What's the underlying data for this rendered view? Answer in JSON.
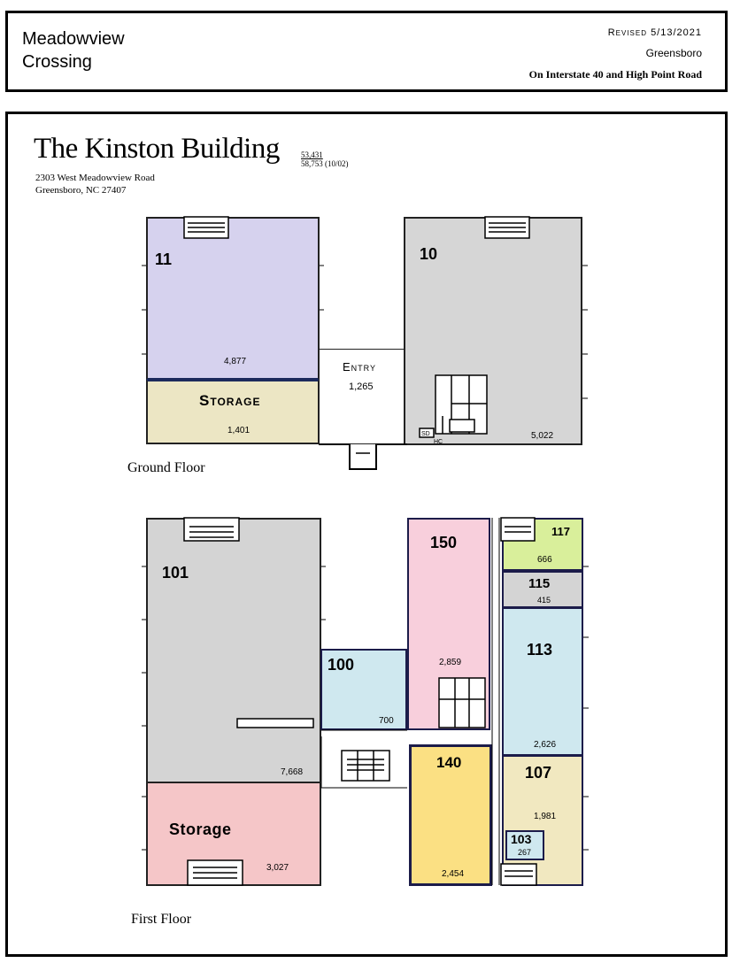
{
  "header": {
    "title_line1": "Meadowview",
    "title_line2": "Crossing",
    "revised": "Revised 5/13/2021",
    "city": "Greensboro",
    "location": "On Interstate 40 and High Point Road"
  },
  "building": {
    "name": "The Kinston Building",
    "sf_1": "53,431",
    "sf_2": "58,753 (10/02)",
    "address_line1": "2303 West Meadowview Road",
    "address_line2": "Greensboro, NC 27407"
  },
  "ground_floor": {
    "label": "Ground Floor",
    "rooms": {
      "r11": {
        "num": "11",
        "sf": "4,877",
        "color": "#d6d2ee"
      },
      "storage": {
        "name": "Storage",
        "sf": "1,401",
        "color": "#ece6c4"
      },
      "entry": {
        "name": "Entry",
        "sf": "1,265"
      },
      "r10": {
        "num": "10",
        "sf": "5,022",
        "color": "#d6d6d6"
      }
    },
    "door_tags": [
      "SD",
      "HC"
    ]
  },
  "first_floor": {
    "label": "First Floor",
    "rooms": {
      "r101": {
        "num": "101",
        "sf": "7,668",
        "color": "#d4d4d4"
      },
      "storage": {
        "name": "Storage",
        "sf": "3,027",
        "color": "#f5c6c8"
      },
      "r100": {
        "num": "100",
        "sf": "700",
        "color": "#cfe8ef"
      },
      "r150": {
        "num": "150",
        "sf": "2,859",
        "color": "#f8cfdc"
      },
      "r140": {
        "num": "140",
        "sf": "2,454",
        "color": "#fbe083"
      },
      "r117": {
        "num": "117",
        "sf": "666",
        "color": "#d9ef9b"
      },
      "r115": {
        "num": "115",
        "sf": "415",
        "color": "#d4d4d4"
      },
      "r113": {
        "num": "113",
        "sf": "2,626",
        "color": "#cfe8ef"
      },
      "r107": {
        "num": "107",
        "sf": "1,981",
        "color": "#f1e8c0"
      },
      "r103": {
        "num": "103",
        "sf": "267",
        "color": "#cfe8ef"
      }
    }
  }
}
